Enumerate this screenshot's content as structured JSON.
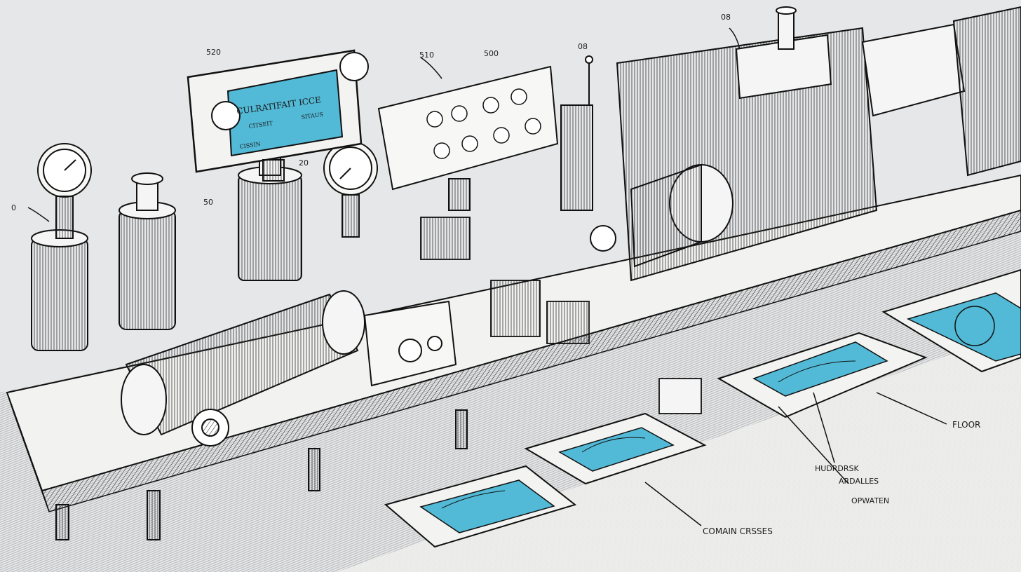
{
  "colors": {
    "background": "#e6e7e8",
    "ink": "#1a1a1a",
    "screen": "#52b9d6",
    "paper": "#f7f7f5"
  },
  "callouts": {
    "c520": "520",
    "c510": "510",
    "c500": "500",
    "c08": "08",
    "c50": "50",
    "c20": "20",
    "c0": "0",
    "c08b": "08",
    "c_floor": "FLOOR",
    "c_hud": "HUDRDRSK\nARDALLES",
    "c_operator": "OPWATEN",
    "c_control": "COMAIN CRSSES"
  },
  "screens": {
    "top_title": "CULRATIFAIT ICCE",
    "top_sub1": "CITSEIT",
    "top_sub2": "SITAUS",
    "top_footer": "CISSIN",
    "base_a": "",
    "base_b": "",
    "base_c": "",
    "base_d": ""
  }
}
